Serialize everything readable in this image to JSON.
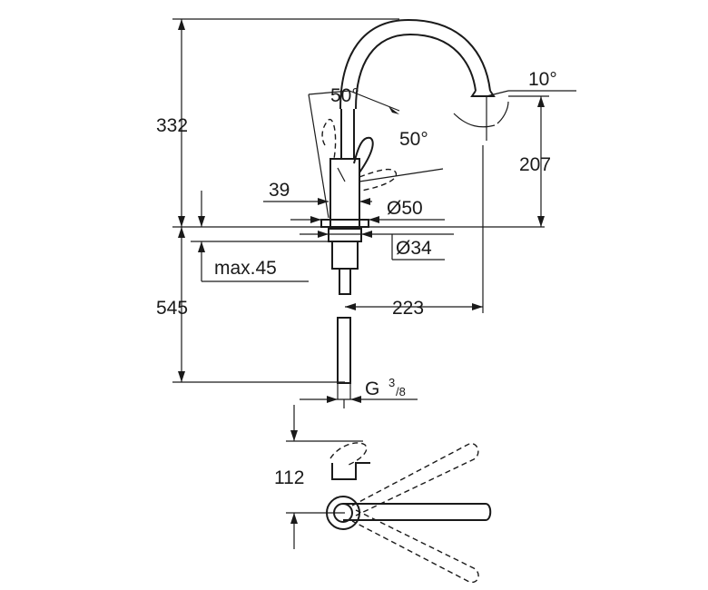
{
  "dimensions": {
    "height_total": "332",
    "spout_height": "207",
    "spout_angle": "10°",
    "lever_angle_top": "50°",
    "lever_angle_side": "50°",
    "lever_offset": "39",
    "body_diameter": "Ø50",
    "mount_diameter": "Ø34",
    "max_thickness": "max.45",
    "hose_length": "545",
    "reach": "223",
    "thread_main": "G",
    "thread_sup": "3",
    "thread_sub": "/8",
    "top_view_depth": "112"
  }
}
